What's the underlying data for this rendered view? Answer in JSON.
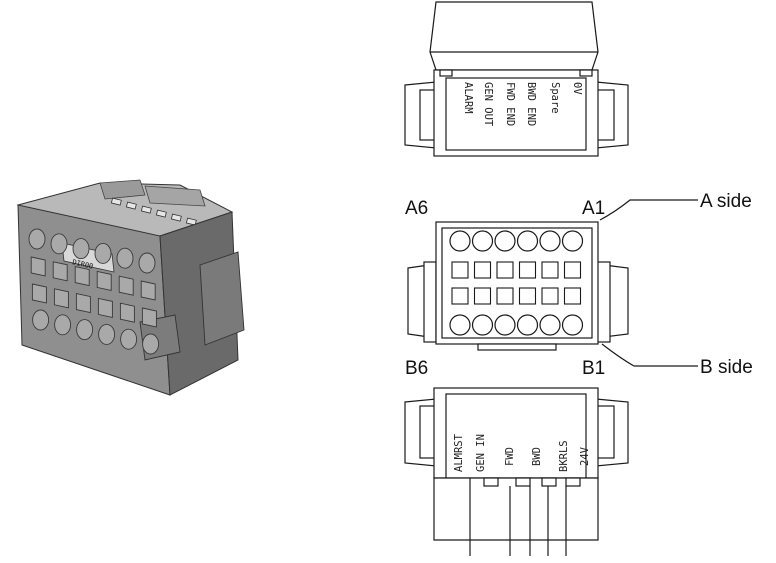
{
  "top_view": {
    "labels": [
      "ALARM",
      "GEN OUT",
      "FWD END",
      "BWD END",
      "Spare",
      "0V"
    ]
  },
  "front_view": {
    "corner_a6": "A6",
    "corner_a1": "A1",
    "corner_b6": "B6",
    "corner_b1": "B1",
    "side_a": "A side",
    "side_b": "B side"
  },
  "bottom_view": {
    "labels": [
      "ALMRST",
      "GEN IN",
      "FWD",
      "BWD",
      "BKRLS",
      "24V"
    ]
  },
  "connector_3d": {
    "label_text": "DIR00"
  },
  "colors": {
    "line": "#1a1a1a",
    "body_grey": "#8e8e8e",
    "body_light": "#b8b8b8",
    "body_dark": "#5e5e5e"
  }
}
